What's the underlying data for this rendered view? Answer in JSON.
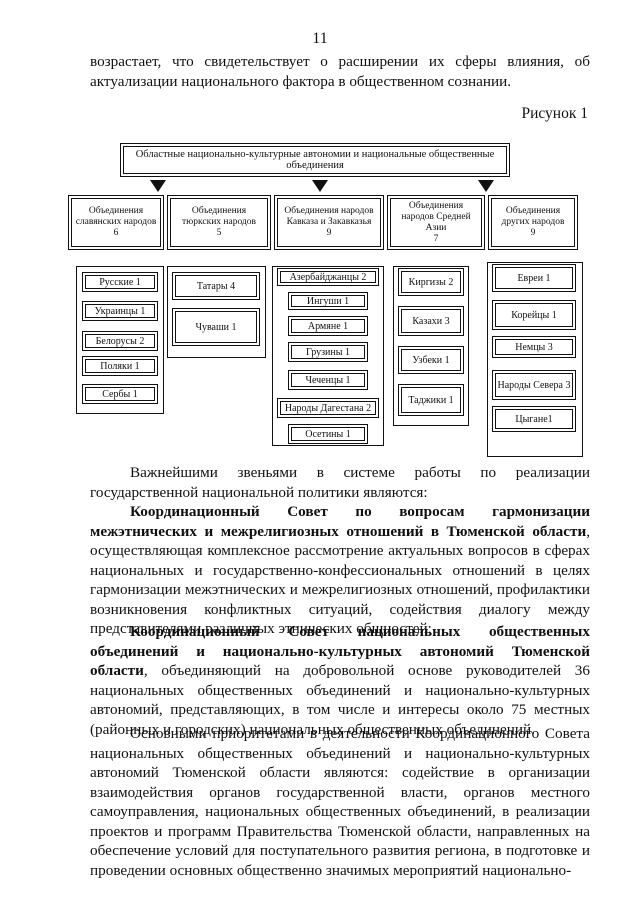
{
  "page_number": "11",
  "intro_text": "возрастает, что свидетельствует о расширении их сферы влияния, об актуализации национального фактора в общественном сознании.",
  "figure_caption": "Рисунок 1",
  "diagram": {
    "root": "Областные национально-культурные автономии и национальные общественные объединения",
    "groups": [
      {
        "title": "Объединения славянских народов",
        "count": "6",
        "items": [
          "Русские 1",
          "Украинцы 1",
          "Белорусы 2",
          "Поляки 1",
          "Сербы 1"
        ]
      },
      {
        "title": "Объединения тюркских народов",
        "count": "5",
        "items": [
          "Татары 4",
          "Чуваши 1"
        ]
      },
      {
        "title": "Объединения народов Кавказа и Закавказья",
        "count": "9",
        "items": [
          "Азербайджанцы 2",
          "Ингуши 1",
          "Армяне 1",
          "Грузины 1",
          "Чеченцы 1",
          "Народы Дагестана 2",
          "Осетины 1"
        ]
      },
      {
        "title": "Объединения народов Средней Азии",
        "count": "7",
        "items": [
          "Киргизы 2",
          "Казахи 3",
          "Узбеки 1",
          "Таджики 1"
        ]
      },
      {
        "title": "Объединения других народов",
        "count": "9",
        "items": [
          "Евреи 1",
          "Корейцы 1",
          "Немцы 3",
          "Народы Севера 3",
          "Цыгане1"
        ]
      }
    ]
  },
  "paragraphs": {
    "p1": "Важнейшими звеньями в системе работы по реализации государственной национальной политики являются:",
    "p2_bold": "Координационный Совет по вопросам гармонизации межэтнических и межрелигиозных отношений в Тюменской области",
    "p2_rest": ", осуществляющая комплексное рассмотрение актуальных вопросов в сферах национальных и государственно-конфессиональных отношений в целях гармонизации межэтнических и межрелигиозных отношений, профилактики возникновения конфликтных ситуаций, содействия диалогу между представителями различных этнических общностей;",
    "p3_bold": "Координационный Совет национальных общественных объединений и национально-культурных автономий Тюменской области",
    "p3_rest": ", объединяющий на добровольной основе руководителей 36 национальных общественных объединений и национально-культурных автономий, представляющих, в том числе и интересы около 75 местных (районных и городских) национальных общественных объединений.",
    "p4": "Основными приоритетами в деятельности Координационного Совета национальных общественных объединений и национально-культурных автономий Тюменской области являются: содействие в организации взаимодействия органов государственной власти, органов местного самоуправления, национальных общественных объединений, в реализации проектов и программ Правительства Тюменской области, направленных на обеспечение условий для поступательного развития региона, в подготовке и проведении основных общественно значимых мероприятий национально-"
  }
}
